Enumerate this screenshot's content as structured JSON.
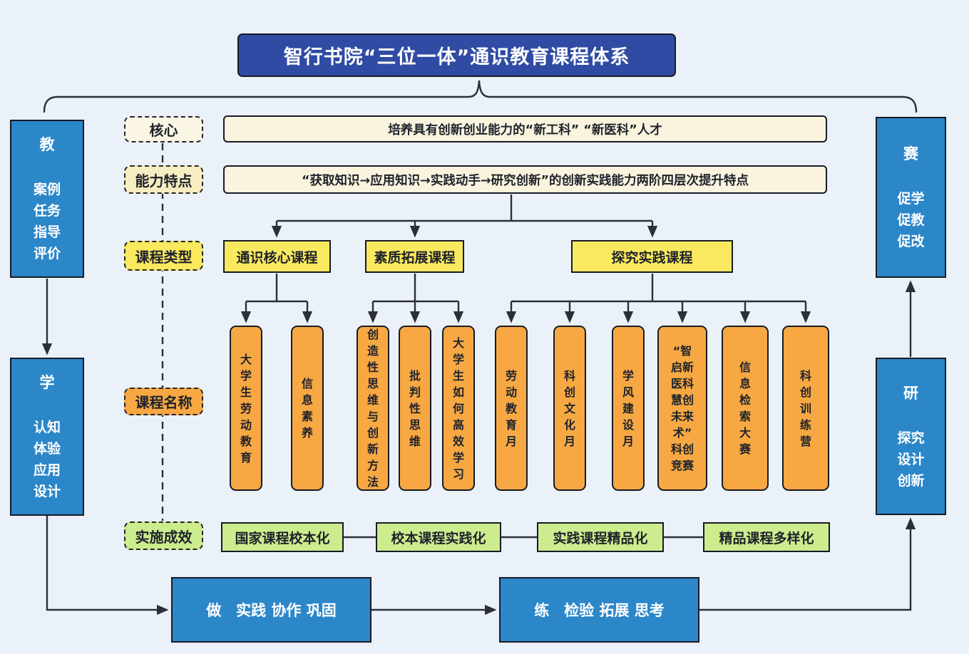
{
  "title": "智行书院“三位一体”通识教育课程体系",
  "sides": {
    "teach": {
      "head": "教",
      "body": "案例\n任务\n指导\n评价"
    },
    "learn": {
      "head": "学",
      "body": "认知\n体验\n应用\n设计"
    },
    "compete": {
      "head": "赛",
      "body": "促学\n促教\n促改"
    },
    "research": {
      "head": "研",
      "body": "探究\n设计\n创新"
    }
  },
  "rows": {
    "core": {
      "label": "核心",
      "content": "培养具有创新创业能力的“新工科” “新医科”人才"
    },
    "ability": {
      "label": "能力特点",
      "content": "“获取知识→应用知识→实践动手→研究创新”的创新实践能力两阶四层次提升特点"
    },
    "types": {
      "label": "课程类型",
      "items": [
        "通识核心课程",
        "素质拓展课程",
        "探究实践课程"
      ]
    },
    "names": {
      "label": "课程名称",
      "items": [
        "大学生劳动教育",
        "信息素养",
        "创造性思维与创新方法",
        "批判性思维",
        "大学生如何高效学习",
        "劳动教育月",
        "科创文化月",
        "学风建设月",
        "“智启新医科慧创未来术”科创竞赛",
        "信息检索大赛",
        "科创训练营"
      ]
    },
    "outcomes": {
      "label": "实施成效",
      "items": [
        "国家课程校本化",
        "校本课程实践化",
        "实践课程精品化",
        "精品课程多样化"
      ]
    }
  },
  "bottom": {
    "do": "做　实践 协作 巩固",
    "practice": "练　检验 拓展 思考"
  },
  "colors": {
    "background": "#EBF1F8",
    "navy": "#2F4BA3",
    "blue": "#2C87C9",
    "orange": "#F7A843",
    "yellow": "#FAE95E",
    "cream": "#FAF4DF",
    "cream-light": "#FBF6E3",
    "butter": "#F6EDC0",
    "green": "#CDEC8D",
    "ink": "#171B26",
    "line": "#2B2F3A",
    "text-dark": "#1E222B",
    "text-white": "#FFFFFF"
  }
}
